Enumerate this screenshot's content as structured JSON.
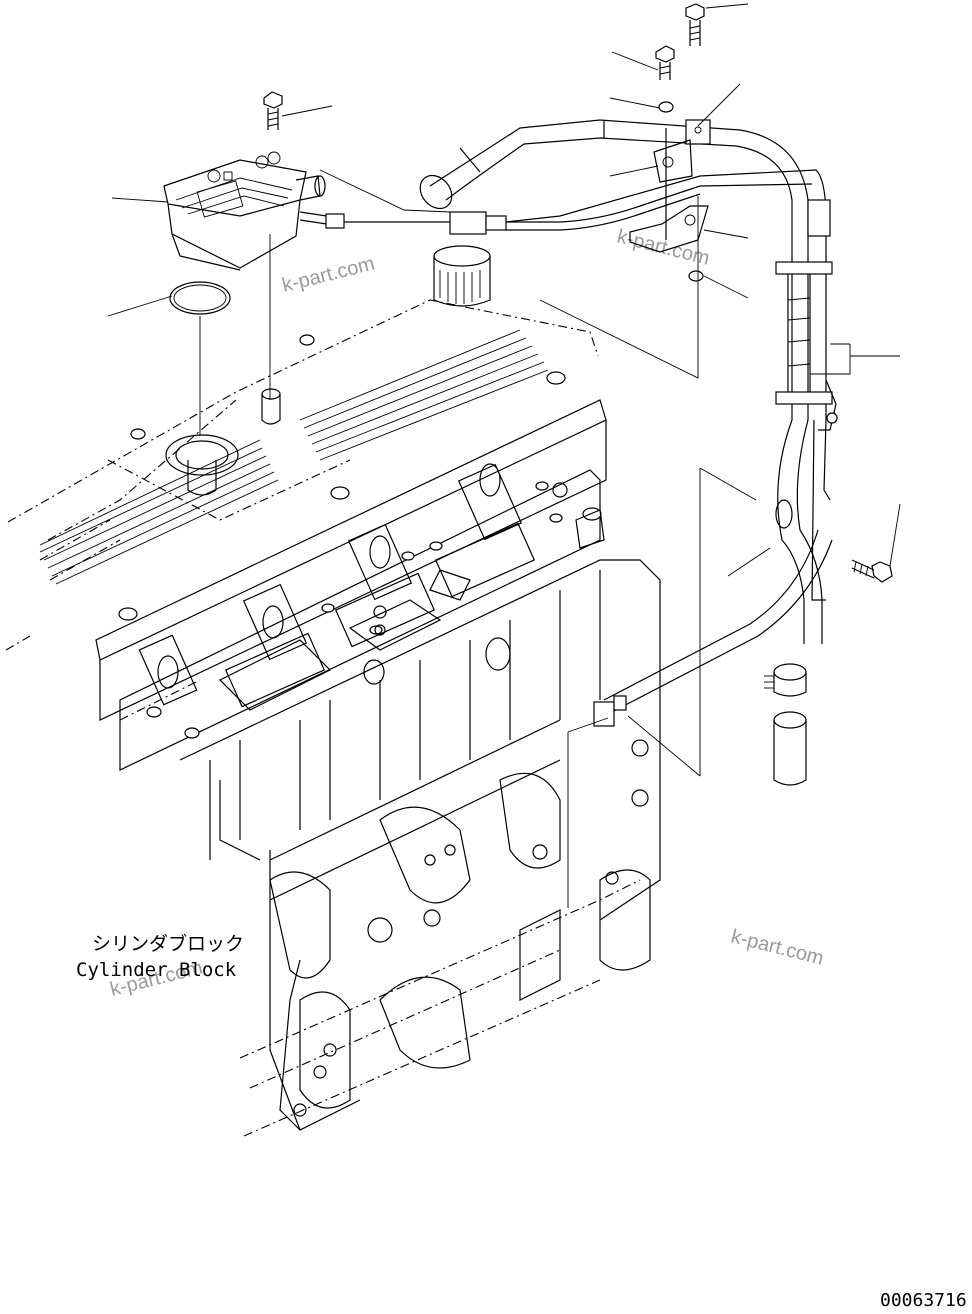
{
  "labels": {
    "block_jp": "シリンダブロック",
    "block_en": "Cylinder Block"
  },
  "watermarks": [
    "k-part.com",
    "k-part.com",
    "k-part.com",
    "k-part.com"
  ],
  "document_number": "00063716",
  "colors": {
    "line": "#000000",
    "background": "#ffffff",
    "watermark": "#9a9a9a"
  }
}
